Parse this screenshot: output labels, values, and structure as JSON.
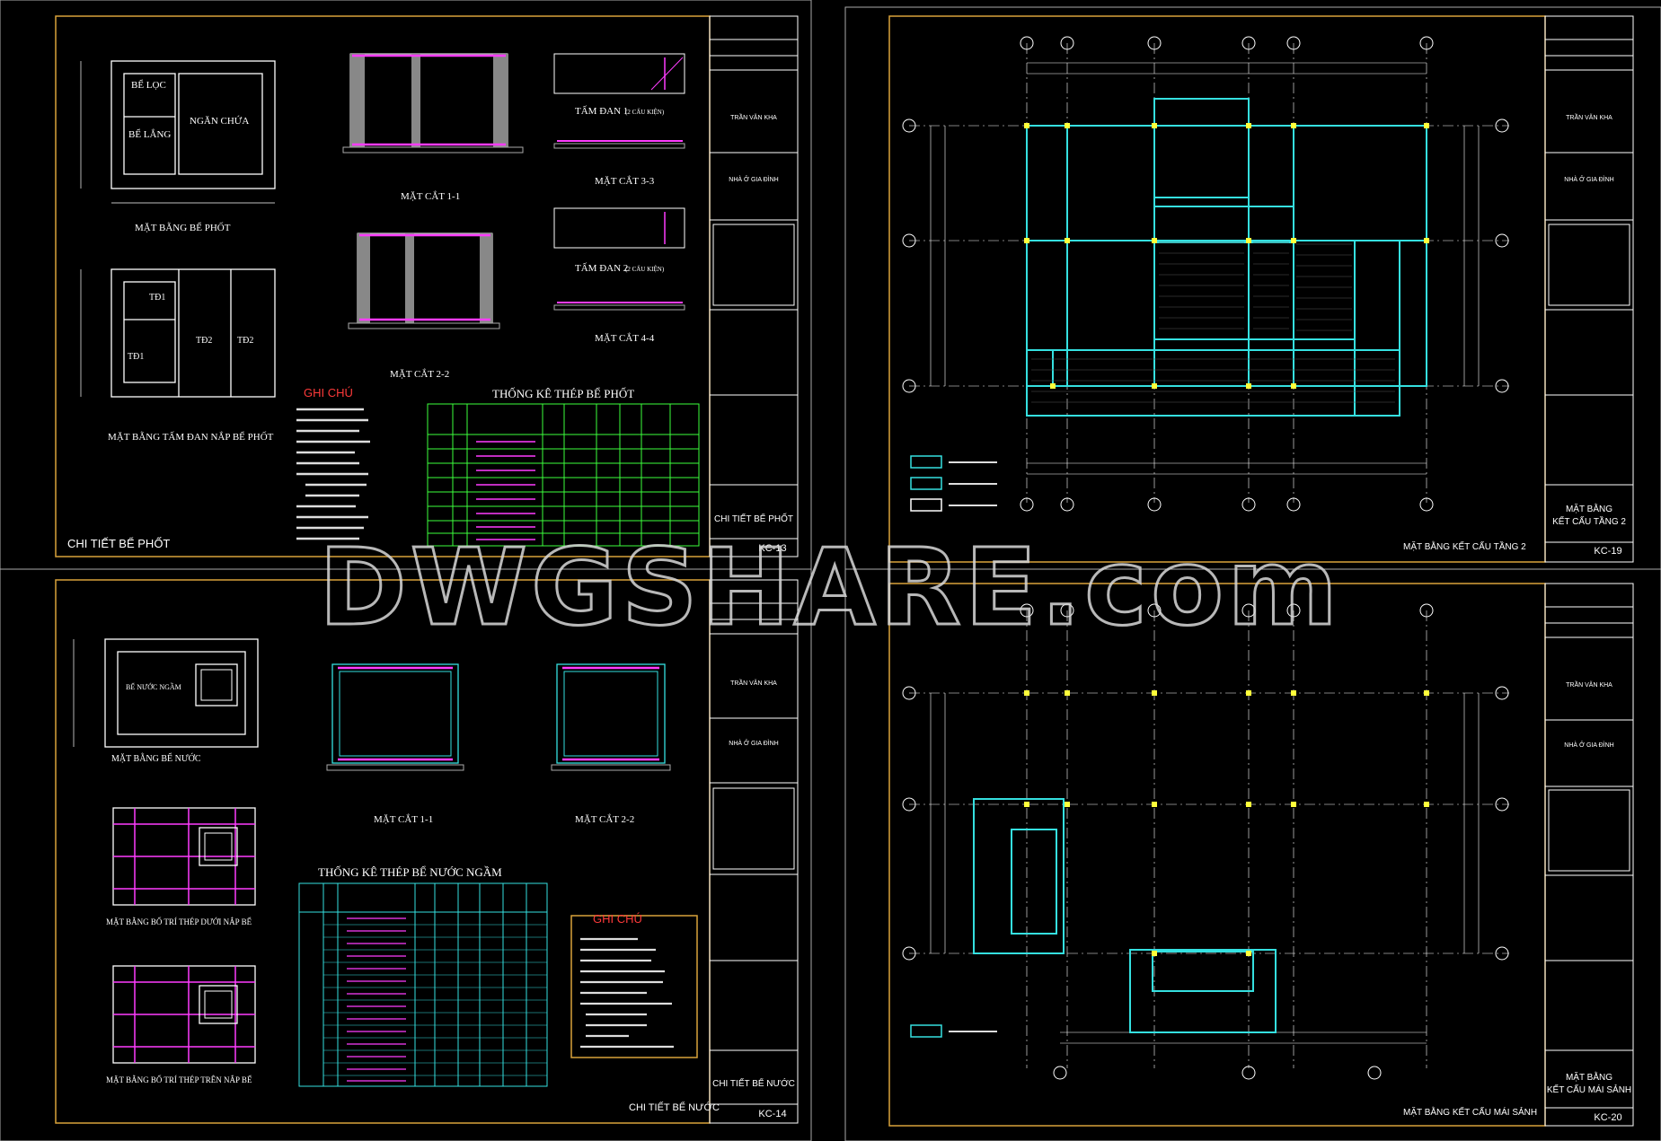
{
  "watermark": "DWGSHARE.com",
  "sheets": [
    {
      "code": "KC-13",
      "title": "CHI TIẾT BỂ PHỐT",
      "owner": "TRẦN VĂN KHA",
      "project": "NHÀ Ở GIA ĐÌNH",
      "views": [
        "MẶT BẰNG BỂ PHỐT",
        "MẶT BẰNG TẤM ĐAN NẮP BỂ PHỐT",
        "MẶT CẮT 1-1",
        "MẶT CẮT 2-2",
        "MẶT CẮT 3-3",
        "MẶT CẮT 4-4",
        "TẤM ĐAN 1",
        "TẤM ĐAN 2",
        "(2 CẤU KIỆN)"
      ],
      "rooms": [
        "BỂ LỌC",
        "BỂ LẮNG",
        "NGĂN CHỨA"
      ],
      "slabs": [
        "TĐ1",
        "TĐ1",
        "TĐ2",
        "TĐ2"
      ],
      "table_title": "THỐNG KÊ THÉP BỂ PHỐT",
      "notes_title": "GHI CHÚ"
    },
    {
      "code": "KC-14",
      "title": "CHI TIẾT BỂ NƯỚC",
      "owner": "TRẦN VĂN KHA",
      "project": "NHÀ Ở GIA ĐÌNH",
      "views": [
        "MẶT BẰNG BỂ NƯỚC",
        "MẶT BẰNG BỐ TRÍ THÉP DƯỚI NẮP BỂ",
        "MẶT BẰNG BỐ TRÍ THÉP TRÊN NẮP BỂ",
        "MẶT CẮT 1-1",
        "MẶT CẮT 2-2"
      ],
      "tank_label": "BỂ NƯỚC NGẦM",
      "table_title": "THỐNG KÊ THÉP BỂ NƯỚC NGẦM",
      "notes_title": "GHI CHÚ"
    },
    {
      "code": "KC-19",
      "title": "MẶT BẰNG KẾT CẤU TẦNG 2",
      "titleblock_title": [
        "MẶT BẰNG",
        "KẾT CẤU TẦNG 2"
      ],
      "owner": "TRẦN VĂN KHA",
      "project": "NHÀ Ở GIA ĐÌNH"
    },
    {
      "code": "KC-20",
      "title": "MẶT BẰNG KẾT CẤU MÁI SẢNH",
      "titleblock_title": [
        "MẶT BẰNG",
        "KẾT CẤU MÁI SẢNH"
      ],
      "owner": "TRẦN VĂN KHA",
      "project": "NHÀ Ở GIA ĐÌNH"
    }
  ],
  "colors": {
    "frame": "#d9a23a",
    "cyan": "#35e0e0",
    "magenta": "#ff3cff",
    "green": "#3dff3d",
    "yellow": "#ffff3a",
    "red": "#ff3a3a",
    "blue": "#4b6bff"
  }
}
